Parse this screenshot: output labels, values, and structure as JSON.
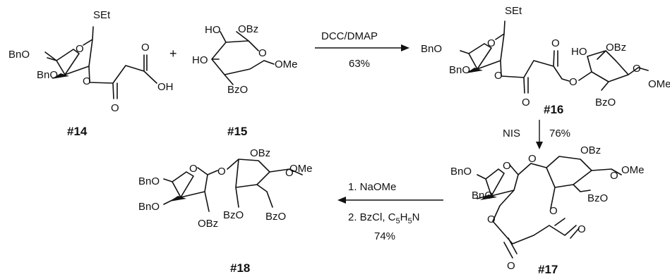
{
  "compounds": {
    "c14": {
      "label": "#14",
      "groups": {
        "set": "SEt",
        "bno1": "BnO",
        "bno2": "BnO",
        "o_ring": "O",
        "o_ester": "O",
        "o_carbonyl": "O",
        "o_acid": "O",
        "oh": "OH"
      }
    },
    "c15": {
      "label": "#15",
      "groups": {
        "ho1": "HO",
        "obz": "OBz",
        "ho2": "HO",
        "o_ring": "O",
        "ome": "OMe",
        "bzo": "BzO"
      }
    },
    "c16": {
      "label": "#16",
      "groups": {
        "set": "SEt",
        "bno1": "BnO",
        "bno2": "BnO",
        "o_ring": "O",
        "o_ester1": "O",
        "o_carb1": "O",
        "o_carb2": "O",
        "o_ester2": "O",
        "ho": "HO",
        "obz": "OBz",
        "o_ring2": "O",
        "ome": "OMe",
        "bzo": "BzO"
      }
    },
    "c17": {
      "label": "#17",
      "groups": {
        "bno1": "BnO",
        "bno2": "BnO",
        "o_ring": "O",
        "o_link": "O",
        "obz": "OBz",
        "o_ring2": "O",
        "ome": "OMe",
        "o_ester2": "O",
        "bzo": "BzO",
        "o_ester1": "O",
        "o_carb1": "O",
        "o_carb2": "O"
      }
    },
    "c18": {
      "label": "#18",
      "groups": {
        "bno1": "BnO",
        "bno2": "BnO",
        "o_ring": "O",
        "obz1": "OBz",
        "o_link": "O",
        "obz2": "OBz",
        "o_ring2": "O",
        "ome": "OMe",
        "bzo1": "BzO",
        "bzo2": "BzO"
      }
    }
  },
  "plus": "+",
  "steps": {
    "step1": {
      "reagent": "DCC/DMAP",
      "yield": "63%"
    },
    "step2": {
      "reagent": "NIS",
      "yield": "76%"
    },
    "step3": {
      "reagent1": "1. NaOMe",
      "reagent2_prefix": "2. BzCl, C",
      "sub1": "5",
      "mid": "H",
      "sub2": "5",
      "suffix": "N",
      "yield": "74%"
    }
  }
}
